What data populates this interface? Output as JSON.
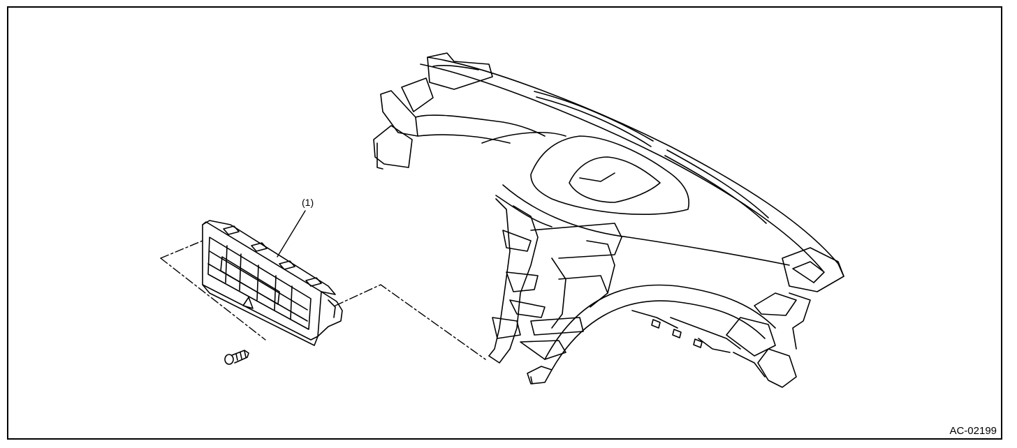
{
  "diagram": {
    "callout_label": "(1)",
    "figure_code": "AC-02199",
    "parts": {
      "panel": "instrument-panel",
      "module": "center-control-module",
      "fastener": "screw"
    },
    "line_color": "#000000",
    "background_color": "#ffffff"
  }
}
